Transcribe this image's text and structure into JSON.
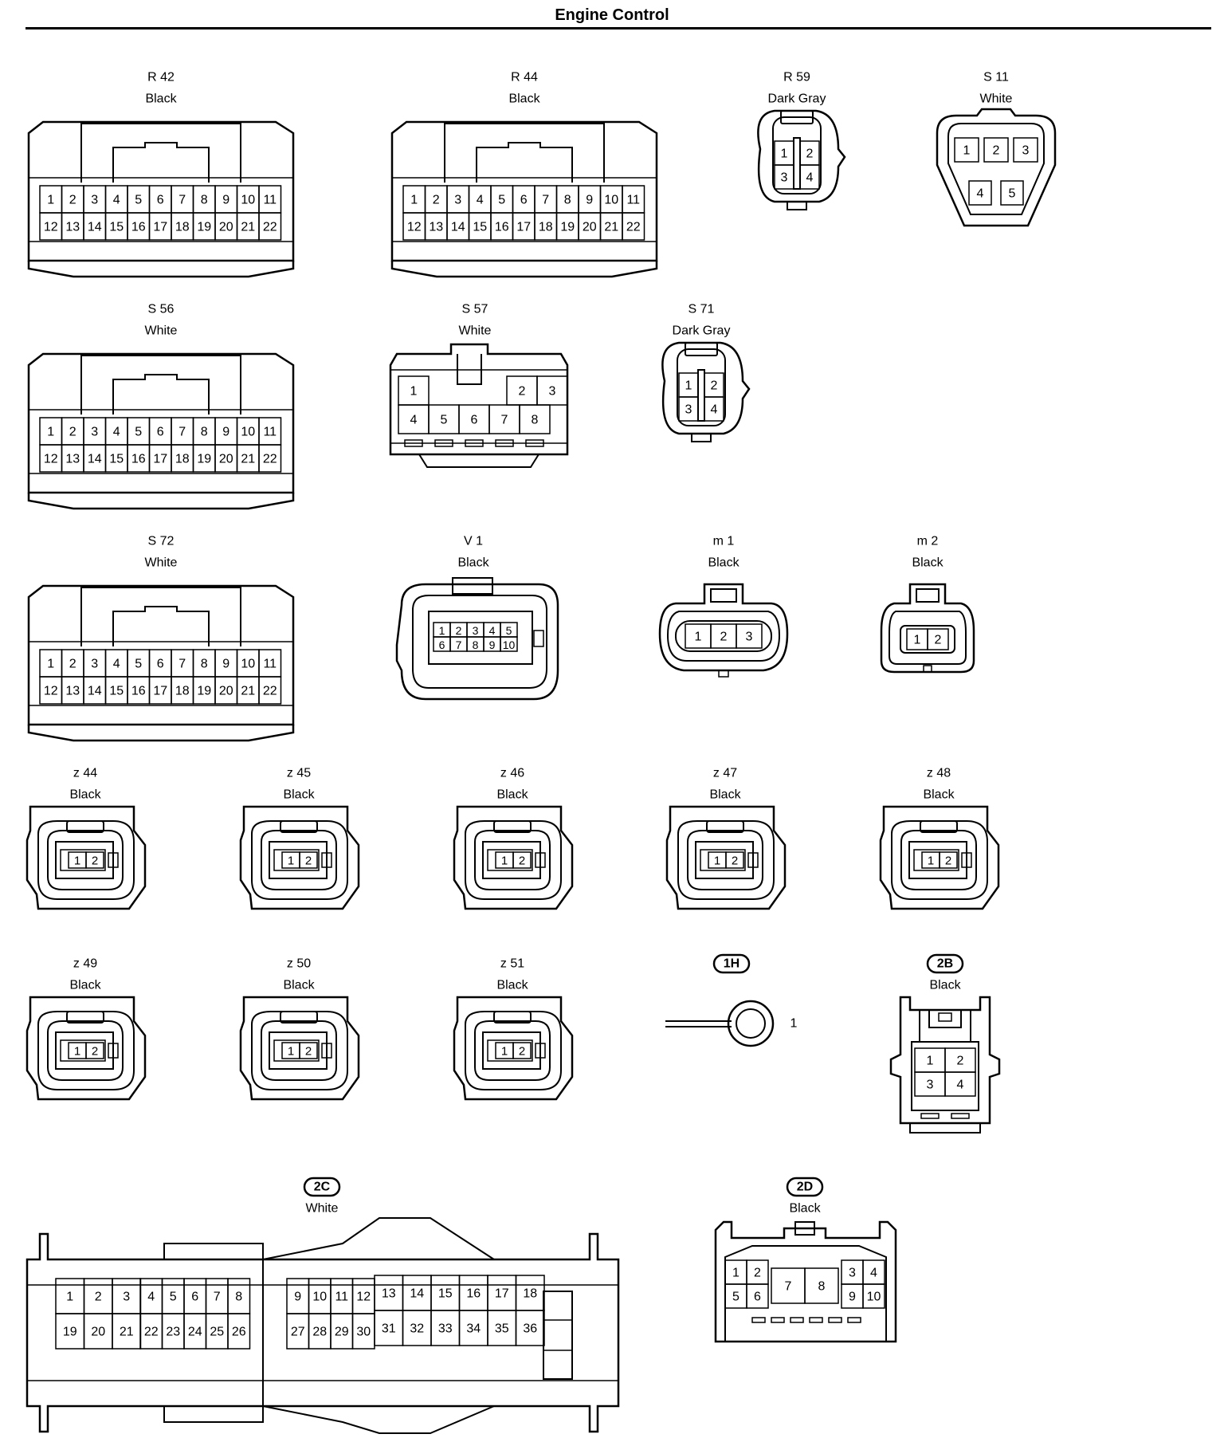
{
  "title": "Engine Control",
  "connectors": [
    {
      "id": "R 42",
      "color": "Black"
    },
    {
      "id": "R 44",
      "color": "Black"
    },
    {
      "id": "R 59",
      "color": "Dark Gray"
    },
    {
      "id": "S 11",
      "color": "White"
    },
    {
      "id": "S 56",
      "color": "White"
    },
    {
      "id": "S 57",
      "color": "White"
    },
    {
      "id": "S 71",
      "color": "Dark Gray"
    },
    {
      "id": "S 72",
      "color": "White"
    },
    {
      "id": "V 1",
      "color": "Black"
    },
    {
      "id": "m 1",
      "color": "Black"
    },
    {
      "id": "m 2",
      "color": "Black"
    },
    {
      "id": "z 44",
      "color": "Black"
    },
    {
      "id": "z 45",
      "color": "Black"
    },
    {
      "id": "z 46",
      "color": "Black"
    },
    {
      "id": "z 47",
      "color": "Black"
    },
    {
      "id": "z 48",
      "color": "Black"
    },
    {
      "id": "z 49",
      "color": "Black"
    },
    {
      "id": "z 50",
      "color": "Black"
    },
    {
      "id": "z 51",
      "color": "Black"
    },
    {
      "id": "1H",
      "color": ""
    },
    {
      "id": "2B",
      "color": "Black"
    },
    {
      "id": "2C",
      "color": "White"
    },
    {
      "id": "2D",
      "color": "Black"
    }
  ],
  "terminal_1H": "1",
  "pins": {
    "p22": [
      "1",
      "2",
      "3",
      "4",
      "5",
      "6",
      "7",
      "8",
      "9",
      "10",
      "11",
      "12",
      "13",
      "14",
      "15",
      "16",
      "17",
      "18",
      "19",
      "20",
      "21",
      "22"
    ],
    "p4": [
      "1",
      "2",
      "3",
      "4"
    ],
    "p5": [
      "1",
      "2",
      "3",
      "4",
      "5"
    ],
    "p8": [
      "1",
      "2",
      "3",
      "4",
      "5",
      "6",
      "7",
      "8"
    ],
    "p10": [
      "1",
      "2",
      "3",
      "4",
      "5",
      "6",
      "7",
      "8",
      "9",
      "10"
    ],
    "p3": [
      "1",
      "2",
      "3"
    ],
    "p2": [
      "1",
      "2"
    ],
    "p36": [
      "1",
      "2",
      "3",
      "4",
      "5",
      "6",
      "7",
      "8",
      "9",
      "10",
      "11",
      "12",
      "13",
      "14",
      "15",
      "16",
      "17",
      "18",
      "19",
      "20",
      "21",
      "22",
      "23",
      "24",
      "25",
      "26",
      "27",
      "28",
      "29",
      "30",
      "31",
      "32",
      "33",
      "34",
      "35",
      "36"
    ]
  }
}
